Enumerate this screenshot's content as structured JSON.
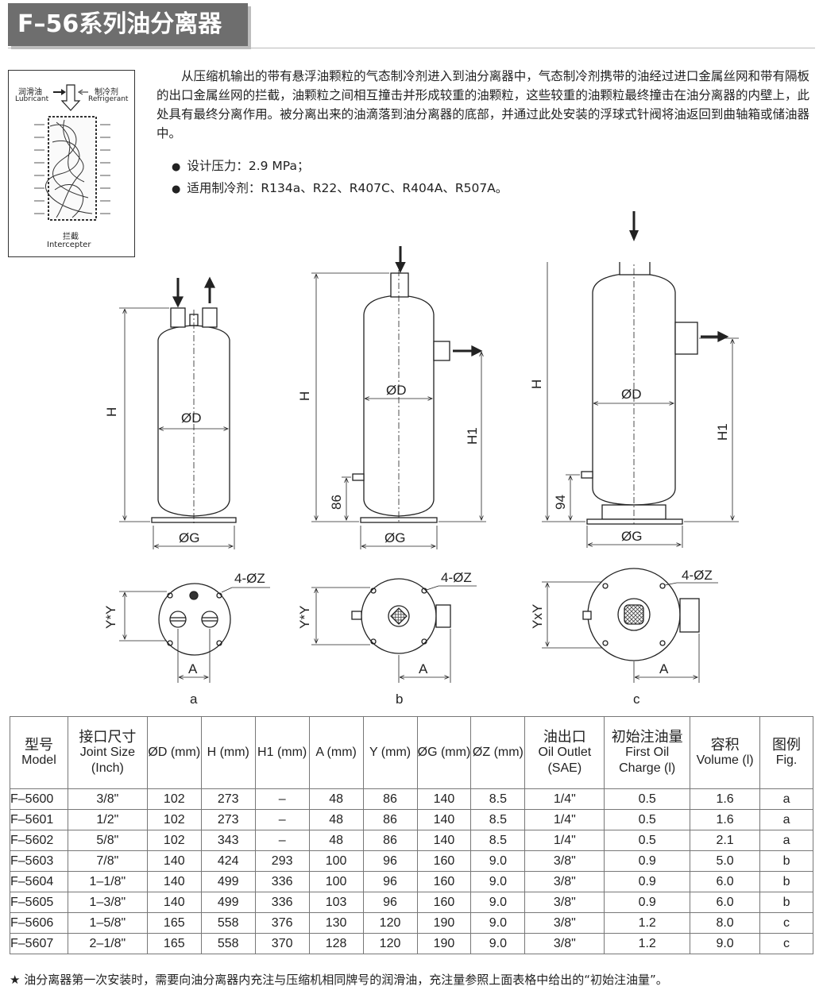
{
  "title": "F–56系列油分离器",
  "intercepter_box": {
    "lubricant_zh": "润滑油",
    "lubricant_en": "Lubricant",
    "refrigerant_zh": "制冷剂",
    "refrigerant_en": "Refrigerant",
    "intercepter_zh": "拦截",
    "intercepter_en": "Intercepter"
  },
  "intro": "从压缩机输出的带有悬浮油颗粒的气态制冷剂进入到油分离器中，气态制冷剂携带的油经过进口金属丝网和带有隔板的出口金属丝网的拦截，油颗粒之间相互撞击并形成较重的油颗粒，这些较重的油颗粒最终撞击在油分离器的内壁上，此处具有最终分离作用。被分离出来的油滴落到油分离器的底部，并通过此处安装的浮球式针阀将油返回到曲轴箱或储油器中。",
  "bullets": [
    "设计压力：2.9 MPa；",
    "适用制冷剂：R134a、R22、R407C、R404A、R507A。"
  ],
  "drawings": {
    "lbl_H": "H",
    "lbl_H1": "H1",
    "lbl_D": "ØD",
    "lbl_G": "ØG",
    "lbl_Z": "4-ØZ",
    "lbl_A": "A",
    "lbl_YY_a": "Y*Y",
    "lbl_YY_b": "Y*Y",
    "lbl_YY_c": "YxY",
    "lbl_86": "86",
    "lbl_94": "94",
    "fig_a": "a",
    "fig_b": "b",
    "fig_c": "c"
  },
  "table": {
    "headers": [
      {
        "zh": "型号",
        "en": "Model"
      },
      {
        "zh": "接口尺寸",
        "en": "Joint Size (Inch)"
      },
      {
        "zh": "",
        "en": "ØD (mm)"
      },
      {
        "zh": "",
        "en": "H (mm)"
      },
      {
        "zh": "",
        "en": "H1 (mm)"
      },
      {
        "zh": "",
        "en": "A (mm)"
      },
      {
        "zh": "",
        "en": "Y (mm)"
      },
      {
        "zh": "",
        "en": "ØG (mm)"
      },
      {
        "zh": "",
        "en": "ØZ (mm)"
      },
      {
        "zh": "油出口",
        "en": "Oil Outlet (SAE)"
      },
      {
        "zh": "初始注油量",
        "en": "First Oil Charge (l)"
      },
      {
        "zh": "容积",
        "en": "Volume (l)"
      },
      {
        "zh": "图例",
        "en": "Fig."
      }
    ],
    "rows": [
      [
        "F–5600",
        "3/8\"",
        "102",
        "273",
        "–",
        "48",
        "86",
        "140",
        "8.5",
        "1/4\"",
        "0.5",
        "1.6",
        "a"
      ],
      [
        "F–5601",
        "1/2\"",
        "102",
        "273",
        "–",
        "48",
        "86",
        "140",
        "8.5",
        "1/4\"",
        "0.5",
        "1.6",
        "a"
      ],
      [
        "F–5602",
        "5/8\"",
        "102",
        "343",
        "–",
        "48",
        "86",
        "140",
        "8.5",
        "1/4\"",
        "0.5",
        "2.1",
        "a"
      ],
      [
        "F–5603",
        "7/8\"",
        "140",
        "424",
        "293",
        "100",
        "96",
        "160",
        "9.0",
        "3/8\"",
        "0.9",
        "5.0",
        "b"
      ],
      [
        "F–5604",
        "1–1/8\"",
        "140",
        "499",
        "336",
        "100",
        "96",
        "160",
        "9.0",
        "3/8\"",
        "0.9",
        "6.0",
        "b"
      ],
      [
        "F–5605",
        "1–3/8\"",
        "140",
        "499",
        "336",
        "103",
        "96",
        "160",
        "9.0",
        "3/8\"",
        "0.9",
        "6.0",
        "b"
      ],
      [
        "F–5606",
        "1–5/8\"",
        "165",
        "558",
        "376",
        "130",
        "120",
        "190",
        "9.0",
        "3/8\"",
        "1.2",
        "8.0",
        "c"
      ],
      [
        "F–5607",
        "2–1/8\"",
        "165",
        "558",
        "370",
        "128",
        "120",
        "190",
        "9.0",
        "3/8\"",
        "1.2",
        "9.0",
        "c"
      ]
    ]
  },
  "footnote": "★  油分离器第一次安装时，需要向油分离器内充注与压缩机相同牌号的润滑油，充注量参照上面表格中给出的“初始注油量”。"
}
